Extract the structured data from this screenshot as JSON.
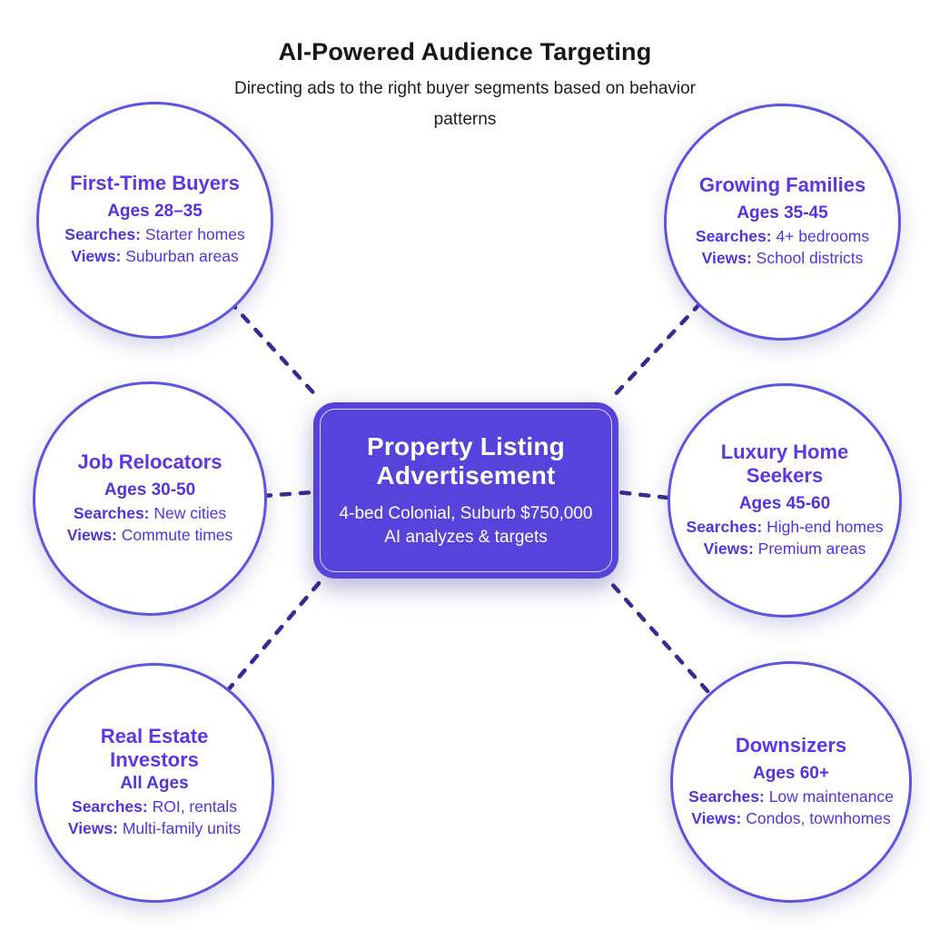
{
  "header": {
    "title": "AI-Powered Audience Targeting",
    "subtitle": "Directing ads to the right buyer segments based on behavior patterns"
  },
  "center": {
    "title": "Property Listing Advertisement",
    "line1": "4-bed Colonial, Suburb $750,000",
    "line2": "AI analyzes & targets"
  },
  "labels": {
    "searches": "Searches:",
    "views": "Views:"
  },
  "segments": [
    {
      "name": "First-Time Buyers",
      "ages": "Ages 28–35",
      "searches": "Starter homes",
      "views": "Suburban areas"
    },
    {
      "name": "Growing Families",
      "ages": "Ages 35-45",
      "searches": "4+ bedrooms",
      "views": "School districts"
    },
    {
      "name": "Job Relocators",
      "ages": "Ages 30-50",
      "searches": "New cities",
      "views": "Commute times"
    },
    {
      "name": "Luxury Home Seekers",
      "ages": "Ages 45-60",
      "searches": "High-end homes",
      "views": "Premium areas"
    },
    {
      "name": "Real Estate Investors",
      "ages": "All Ages",
      "searches": "ROI, rentals",
      "views": "Multi-family units"
    },
    {
      "name": "Downsizers",
      "ages": "Ages 60+",
      "searches": "Low maintenance",
      "views": "Condos, townhomes"
    }
  ],
  "colors": {
    "center_box": "#5742dc",
    "center_text": "#ffffff",
    "circle_border": "#5d55df",
    "circle_fill": "#ffffff",
    "heading_purple": "#5d36e8",
    "body_purple": "#5433dd",
    "connector": "#362b95",
    "title_text": "#161616",
    "background_light": "#d9d6ef",
    "background_mid": "#9b97d5"
  }
}
